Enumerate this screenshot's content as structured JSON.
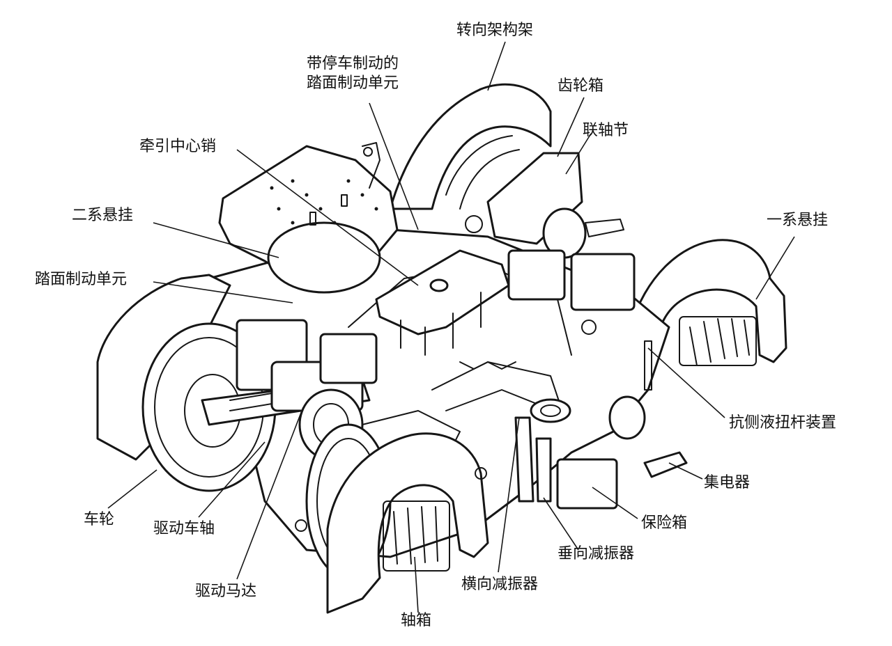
{
  "labels": {
    "bogie_frame": "转向架构架",
    "tread_brake_parking_l1": "带停车制动的",
    "tread_brake_parking_l2": "踏面制动单元",
    "gearbox": "齿轮箱",
    "coupling": "联轴节",
    "center_pin": "牵引中心销",
    "secondary_suspension": "二系悬挂",
    "primary_suspension": "一系悬挂",
    "tread_brake_unit": "踏面制动单元",
    "anti_roll_bar": "抗侧液扭杆装置",
    "current_collector": "集电器",
    "fuse_box": "保险箱",
    "vertical_damper": "垂向减振器",
    "lateral_damper": "横向减振器",
    "axle_box": "轴箱",
    "drive_motor": "驱动马达",
    "drive_axle": "驱动车轴",
    "wheel": "车轮"
  }
}
